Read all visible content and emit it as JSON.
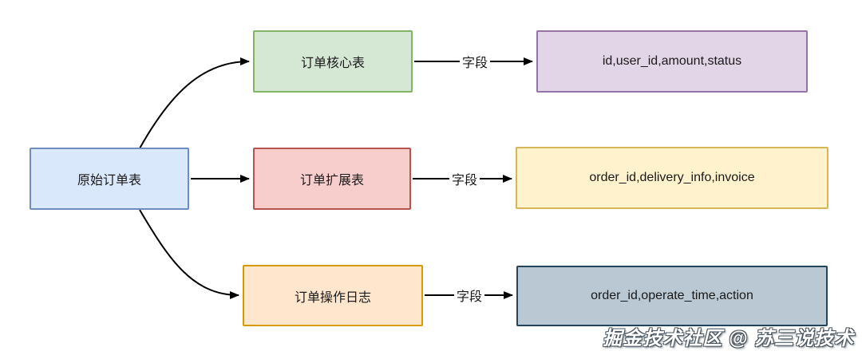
{
  "diagram": {
    "source_table": {
      "label": "原始订单表"
    },
    "rows": [
      {
        "table": {
          "label": "订单核心表"
        },
        "edge_label": "字段",
        "fields": {
          "label": "id,user_id,amount,status"
        }
      },
      {
        "table": {
          "label": "订单扩展表"
        },
        "edge_label": "字段",
        "fields": {
          "label": "order_id,delivery_info,invoice"
        }
      },
      {
        "table": {
          "label": "订单操作日志"
        },
        "edge_label": "字段",
        "fields": {
          "label": "order_id,operate_time,action"
        }
      }
    ],
    "colors": {
      "source_fill": "#DAE8FC",
      "source_stroke": "#6C8EBF",
      "core_fill": "#D5E8D4",
      "core_stroke": "#82B366",
      "core_fields_fill": "#E1D5E7",
      "core_fields_stroke": "#9673A6",
      "ext_fill": "#F8CECC",
      "ext_stroke": "#B85450",
      "ext_fields_fill": "#FFF2CC",
      "ext_fields_stroke": "#D6B656",
      "log_fill": "#FFE6CC",
      "log_stroke": "#D79B00",
      "log_fields_fill": "#BAC8D3",
      "log_fields_stroke": "#23445D",
      "edge_stroke": "#000000"
    },
    "watermark": "掘金技术社区 @ 苏三说技术"
  }
}
